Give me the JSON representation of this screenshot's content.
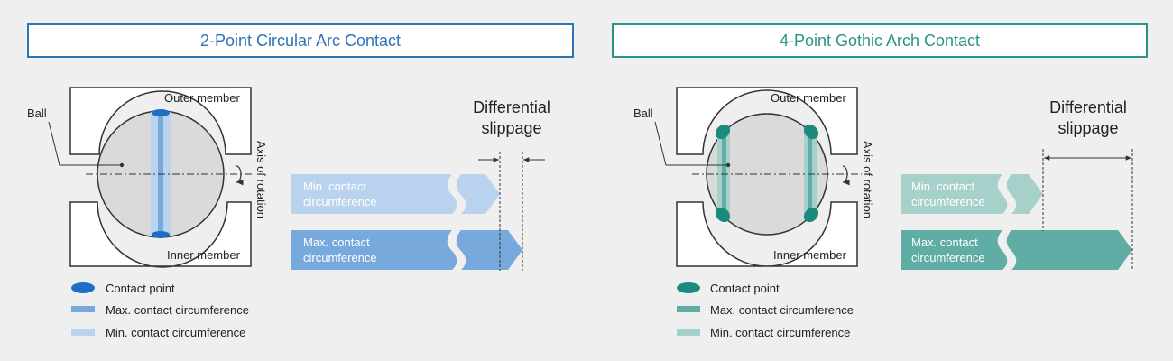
{
  "colors": {
    "blue_dark": "#2f73b8",
    "blue_contact": "#1e6fc4",
    "blue_max": "#77a9dc",
    "blue_min": "#b9d3ef",
    "teal_dark": "#2a9488",
    "teal_contact": "#1c8a7d",
    "teal_max": "#5fada4",
    "teal_min": "#a6d0ca",
    "ball": "#dadada",
    "background": "#efefef"
  },
  "left": {
    "title": "2-Point Circular Arc Contact",
    "ball_label": "Ball",
    "outer_label": "Outer member",
    "inner_label": "Inner member",
    "axis_label": "Axis of rotation",
    "diff_label_line1": "Differential",
    "diff_label_line2": "slippage",
    "min_line1": "Min. contact",
    "min_line2": "circumference",
    "max_line1": "Max. contact",
    "max_line2": "circumference",
    "legend": [
      "Contact point",
      "Max. contact circumference",
      "Min. contact circumference"
    ]
  },
  "right": {
    "title": "4-Point Gothic Arch Contact",
    "ball_label": "Ball",
    "outer_label": "Outer member",
    "inner_label": "Inner member",
    "axis_label": "Axis of rotation",
    "diff_label_line1": "Differential",
    "diff_label_line2": "slippage",
    "min_line1": "Min. contact",
    "min_line2": "circumference",
    "max_line1": "Max. contact",
    "max_line2": "circumference",
    "legend": [
      "Contact point",
      "Max. contact circumference",
      "Min. contact circumference"
    ]
  }
}
